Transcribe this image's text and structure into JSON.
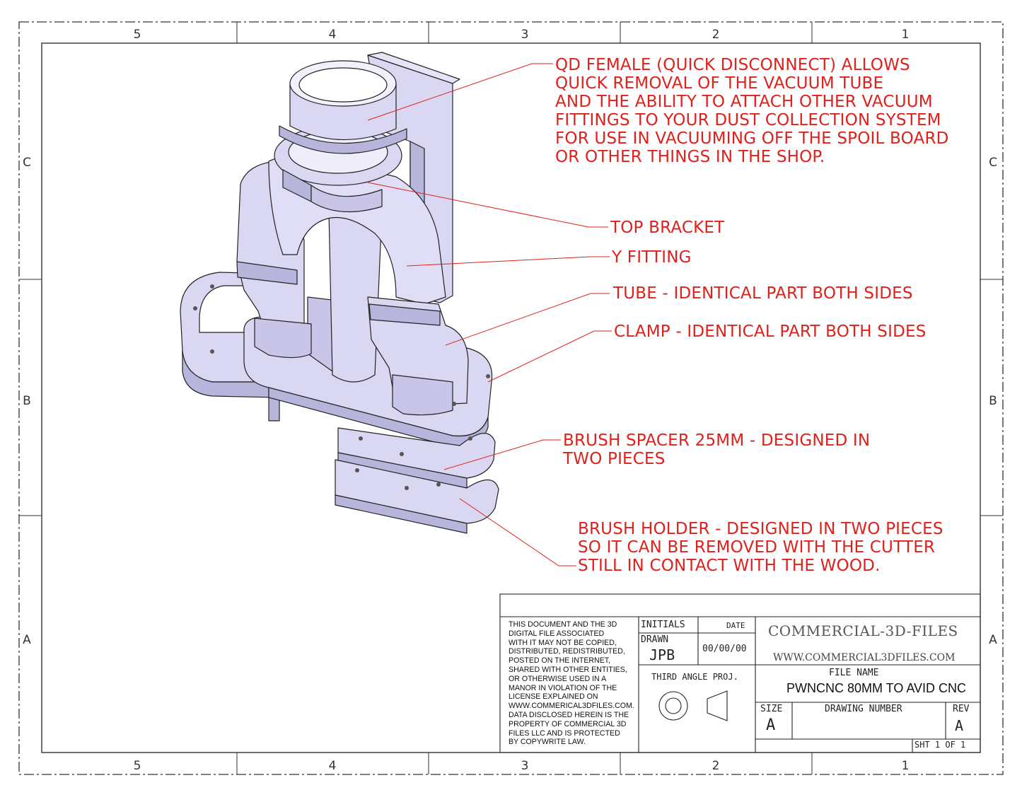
{
  "zones": {
    "columns": [
      "5",
      "4",
      "3",
      "2",
      "1"
    ],
    "rows": [
      "C",
      "B",
      "A"
    ]
  },
  "callouts": [
    {
      "id": "qd-female",
      "text": "QD FEMALE (QUICK DISCONNECT) ALLOWS\nQUICK REMOVAL OF THE VACUUM TUBE\nAND THE ABILITY TO ATTACH OTHER VACUUM\nFITTINGS TO YOUR DUST COLLECTION SYSTEM\nFOR USE IN VACUUMING OFF THE SPOIL BOARD\nOR OTHER THINGS IN THE SHOP."
    },
    {
      "id": "top-bracket",
      "text": "TOP BRACKET"
    },
    {
      "id": "y-fitting",
      "text": "Y FITTING"
    },
    {
      "id": "tube",
      "text": "TUBE - IDENTICAL PART BOTH SIDES"
    },
    {
      "id": "clamp",
      "text": "CLAMP - IDENTICAL PART BOTH SIDES"
    },
    {
      "id": "brush-spacer",
      "text": "BRUSH SPACER 25MM - DESIGNED IN\nTWO PIECES"
    },
    {
      "id": "brush-holder",
      "text": "BRUSH HOLDER - DESIGNED IN TWO PIECES\nSO IT CAN BE REMOVED WITH THE CUTTER\nSTILL IN CONTACT WITH THE WOOD."
    }
  ],
  "title_block": {
    "legal": "THIS DOCUMENT AND THE 3D\nDIGITAL FILE ASSOCIATED\nWITH IT MAY NOT BE COPIED,\nDISTRIBUTED, REDISTRIBUTED,\nPOSTED ON THE INTERNET,\nSHARED WITH OTHER ENTITIES,\nOR OTHERWISE USED IN A\nMANOR IN VIOLATION OF THE\nLICENSE EXPLAINED ON\nWWW.COMMERICAL3DFILES.COM.\nDATA DISCLOSED HEREIN IS THE\nPROPERTY OF COMMERCIAL 3D\nFILES LLC AND IS PROTECTED\nBY COPYWRITE LAW.",
    "initials_label": "INITIALS",
    "date_label": "DATE",
    "drawn_label": "DRAWN",
    "drawn_value": "JPB",
    "date_value": "00/00/00",
    "projection": "THIRD ANGLE PROJ.",
    "company": "COMMERCIAL-3D-FILES",
    "website": "WWW.COMMERCIAL3DFILES.COM",
    "file_name_label": "FILE NAME",
    "file_name": "PWNCNC 80MM TO AVID CNC",
    "size_label": "SIZE",
    "size_value": "A",
    "drawing_number_label": "DRAWING NUMBER",
    "rev_label": "REV",
    "rev_value": "A",
    "sheet": "SHT 1 OF 1"
  },
  "colors": {
    "callout": "#e0201b",
    "part_fill": "#d9d7f2",
    "part_shade": "#b8b5dc",
    "outline": "#222222"
  }
}
